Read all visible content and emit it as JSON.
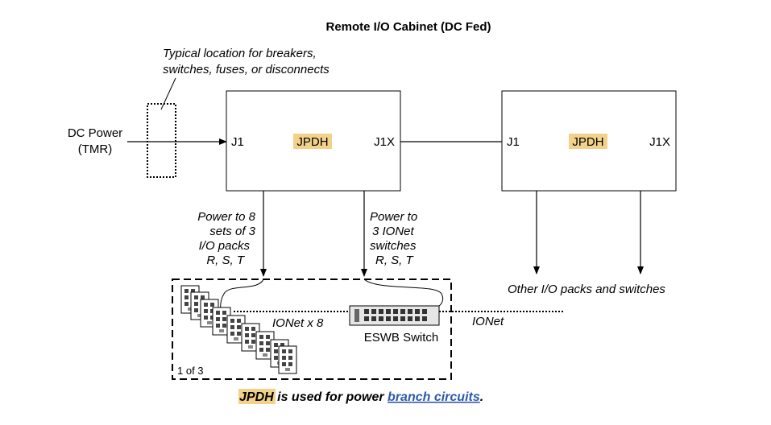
{
  "title": "Remote I/O Cabinet (DC Fed)",
  "note_line1": "Typical location for breakers,",
  "note_line2": "switches, fuses, or disconnects",
  "dc_power_line1": "DC Power",
  "dc_power_line2": "(TMR)",
  "box_left": {
    "j1": "J1",
    "name": "JPDH",
    "j1x": "J1X"
  },
  "box_right": {
    "j1": "J1",
    "name": "JPDH",
    "j1x": "J1X"
  },
  "power_io_packs": [
    "Power to 8",
    "sets of 3",
    "I/O packs",
    "R, S, T"
  ],
  "power_switches": [
    "Power to",
    "3 IONet",
    "switches",
    "R, S, T"
  ],
  "other_packs": "Other I/O packs and switches",
  "ionet_x8": "IONet x 8",
  "ionet": "IONet",
  "switch_label": "ESWB Switch",
  "one_of_three": "1 of 3",
  "caption": {
    "term": "JPDH",
    "middle": " is used for power ",
    "link": "branch circuits",
    "end": "."
  },
  "colors": {
    "highlight": "#f2d28a",
    "link": "#2e5aa8"
  }
}
